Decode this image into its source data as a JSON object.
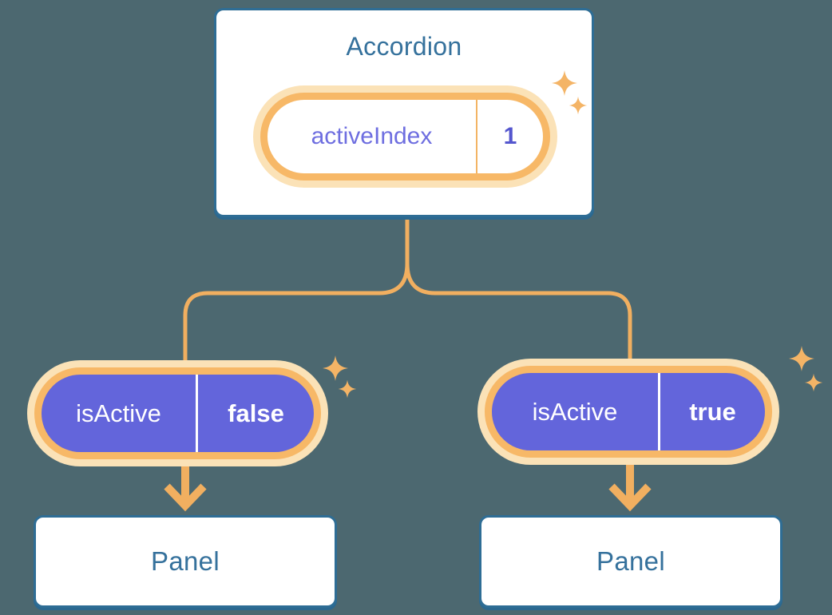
{
  "background_color": "#4C6870",
  "colors": {
    "connector_orange": "#F1AF60",
    "pill_ring_orange": "#F7B867",
    "pill_glow": "#FBE2B7",
    "pill_purple": "#6365DB",
    "purple_label_text": "#6E6EE0",
    "purple_value_text": "#5456CE",
    "blue_text": "#35719C",
    "card_border": "#2E6D95",
    "sparkle_orange": "#F4B466"
  },
  "icons": {
    "sparkle": "✦",
    "arrow_down": "↓"
  },
  "root_card": {
    "title": "Accordion",
    "state_pill": {
      "label": "activeIndex",
      "value": "1"
    }
  },
  "children": [
    {
      "prop_pill": {
        "label": "isActive",
        "value": "false"
      },
      "panel_label": "Panel"
    },
    {
      "prop_pill": {
        "label": "isActive",
        "value": "true"
      },
      "panel_label": "Panel"
    }
  ]
}
